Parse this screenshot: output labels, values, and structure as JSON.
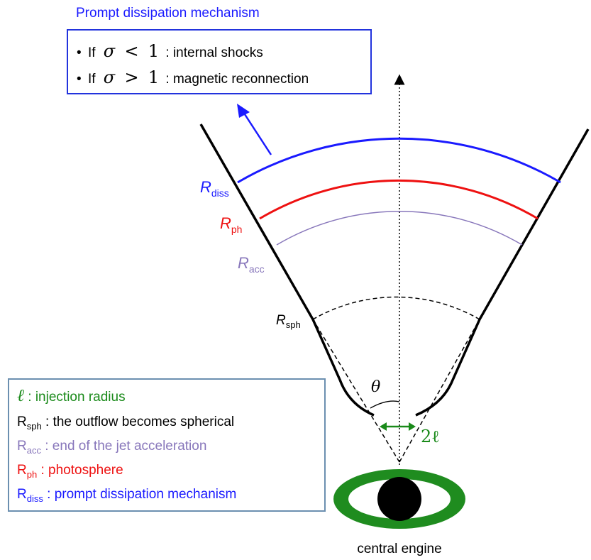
{
  "top_heading": "Prompt dissipation mechanism",
  "top_box": {
    "line1": {
      "bullet": "•",
      "prefix": "If",
      "sigma": "σ",
      "op": "<",
      "num": "1",
      "suffix": ": internal shocks"
    },
    "line2": {
      "bullet": "•",
      "prefix": "If",
      "sigma": "σ",
      "op": ">",
      "num": "1",
      "suffix": ": magnetic reconnection"
    }
  },
  "labels": {
    "r_diss": {
      "main": "R",
      "sub": "diss"
    },
    "r_ph": {
      "main": "R",
      "sub": "ph"
    },
    "r_acc": {
      "main": "R",
      "sub": "acc"
    },
    "r_sph": {
      "main": "R",
      "sub": "sph"
    },
    "theta": "θ",
    "two_ell": "2ℓ"
  },
  "legend": {
    "l1": {
      "symbol": "ℓ",
      "text": " : injection radius"
    },
    "l2": {
      "main": "R",
      "sub": "sph",
      "text": " : the outflow becomes spherical"
    },
    "l3": {
      "main": "R",
      "sub": "acc",
      "text": " : end of the jet acceleration"
    },
    "l4": {
      "main": "R",
      "sub": "ph",
      "text": " : photosphere"
    },
    "l5": {
      "main": "R",
      "sub": "diss",
      "text": " : prompt dissipation mechanism"
    }
  },
  "engine_label": "central engine",
  "colors": {
    "blue": "#1a1aff",
    "box_blue": "#2233dd",
    "red": "#ee1111",
    "purple": "#8877bb",
    "green": "#1a8a1a",
    "legend_border": "#6b8fb0",
    "black": "#000000"
  }
}
